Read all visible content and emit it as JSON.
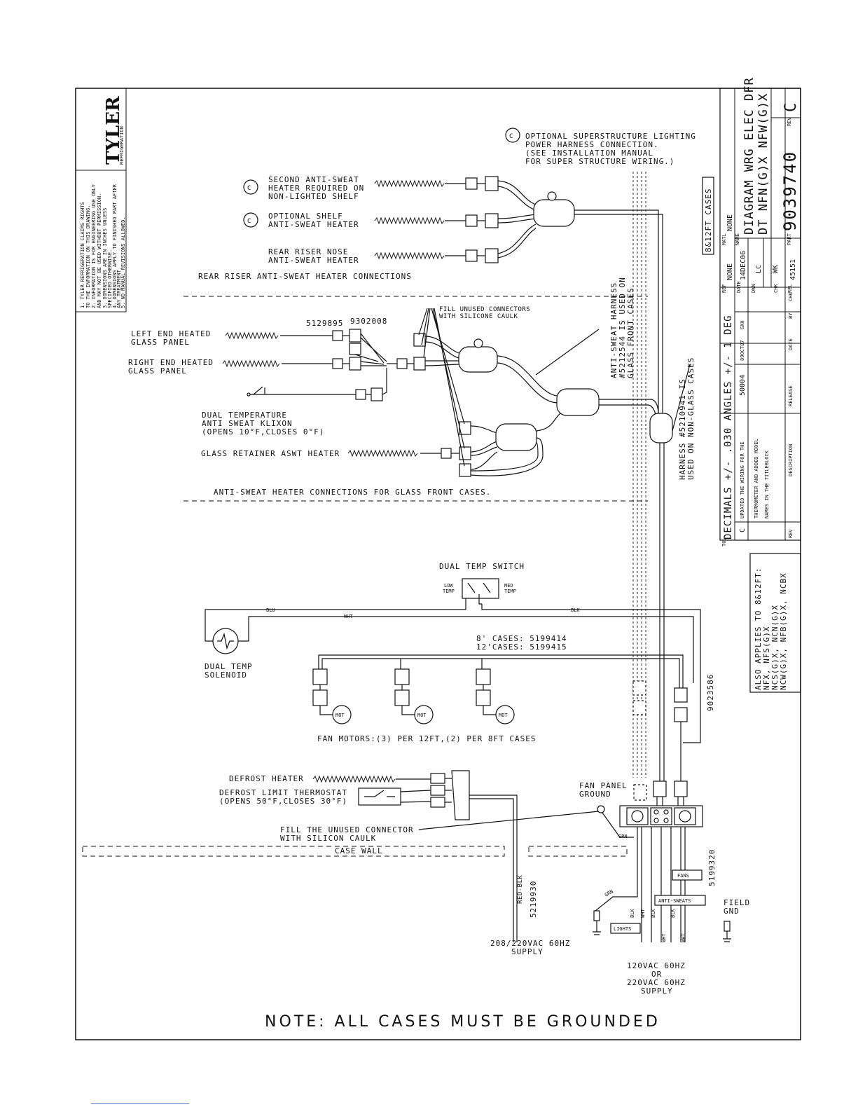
{
  "logo": {
    "text": "TYLER",
    "sub": "REFRIGERATION"
  },
  "notes": [
    "1. TYLER REFRIGERATION CLAIMS RIGHTS",
    "TO THE INFORMATION ON THIS DRAWING.",
    "2. INFORMATION IS FOR ENGINEERING USE ONLY",
    "AND MAY NOT BE USED WITHOUT PERMISSION.",
    "3. DIMENSIONS ARE IN INCHES UNLESS",
    "SPECIFIED OTHERWISE.",
    "4. DIMENSIONS APPLY TO FINISHED PART AFTER",
    "ANY TREATMENT.",
    "5. NO MANUAL REVISIONS ALLOWED."
  ],
  "top": {
    "superstructure": [
      "OPTIONAL SUPERSTRUCTURE LIGHTING",
      "POWER HARNESS CONNECTION.",
      "(SEE INSTALLATION MANUAL",
      "FOR SUPER STRUCTURE WIRING.)"
    ],
    "c_marker": "C",
    "second_heater": [
      "SECOND ANTI-SWEAT",
      "HEATER REQUIRED ON",
      "NON-LIGHTED SHELF"
    ],
    "optional_shelf": [
      "OPTIONAL SHELF",
      "ANTI-SWEAT HEATER"
    ],
    "rear_riser": [
      "REAR RISER NOSE",
      "ANTI-SWEAT HEATER"
    ],
    "rear_section": "REAR RISER ANTI-SWEAT HEATER CONNECTIONS",
    "cases_box": "8&12FT CASES"
  },
  "glass": {
    "left_end": [
      "LEFT END HEATED",
      "GLASS PANEL"
    ],
    "right_end": [
      "RIGHT END HEATED",
      "GLASS PANEL"
    ],
    "part_a": "5129895",
    "part_b": "9302008",
    "fill_unused": [
      "FILL UNUSED CONNECTORS",
      "WITH SILICONE CAULK"
    ],
    "klixon": [
      "DUAL TEMPERATURE",
      "ANTI SWEAT KLIXON",
      "(OPENS 10°F,CLOSES 0°F)"
    ],
    "retainer": "GLASS RETAINER ASWT HEATER",
    "harness_a": [
      "ANTI-SWEAT HARNESS",
      "#5212544 IS USED ON",
      "GLASS FRONT CASES"
    ],
    "harness_b": [
      "HARNESS #5210941 IS",
      "USED ON NON-GLASS CASES"
    ],
    "section": "ANTI-SWEAT HEATER CONNECTIONS FOR GLASS FRONT CASES."
  },
  "switch": {
    "title": "DUAL TEMP SWITCH",
    "low": [
      "LOW",
      "TEMP"
    ],
    "med": [
      "MED",
      "TEMP"
    ],
    "blu": "BLU",
    "wht": "WHT",
    "blk": "BLK",
    "solenoid": [
      "DUAL TEMP",
      "SOLENOID"
    ]
  },
  "fans": {
    "part8": "8' CASES: 5199414",
    "part12": "12'CASES: 5199415",
    "mot": "MOT",
    "label": "FAN MOTORS:(3) PER 12FT,(2) PER 8FT CASES",
    "harness": "9023586"
  },
  "defrost": {
    "heater": "DEFROST HEATER",
    "limit": [
      "DEFROST LIMIT THERMOSTAT",
      "(OPENS 50°F,CLOSES 30°F)"
    ],
    "fill": [
      "FILL THE UNUSED CONNECTOR",
      "WITH SILICON CAULK"
    ],
    "fan_panel": [
      "FAN PANEL",
      "GROUND"
    ],
    "grn": "GRN",
    "case_wall": "CASE WALL",
    "red_blk": "RED-BLK",
    "part_supply": "5219930",
    "supply_208": [
      "208/220VAC 60HZ",
      "SUPPLY"
    ],
    "part_5199320": "5199320",
    "fans_tag": "FANS",
    "asw_tag": "ANTI-SWEATS",
    "lights_tag": "LIGHTS",
    "field_gnd": [
      "FIELD",
      "GND"
    ],
    "wire_blk": "BLK",
    "wire_wht": "WHT",
    "supply_120": [
      "120VAC  60HZ",
      "OR",
      "220VAC  60HZ",
      "SUPPLY"
    ]
  },
  "note": "NOTE:  ALL CASES MUST BE GROUNDED",
  "title_block": {
    "title": [
      "DIAGRAM WRG ELEC DFR",
      "DT NFN(G)X NFW(G)X"
    ],
    "part_no": "9039740",
    "rev": "C",
    "rev_label": "REV",
    "part_label": "PART",
    "name_label": "NAME",
    "matl_label": "MATL",
    "matl": "NONE",
    "ref_label": "REF",
    "ref": "NONE",
    "date_label": "DATE",
    "date": "14DEC06",
    "dwn_label": "DWN",
    "dwn": "LC",
    "chk_label": "CHK",
    "chk": "WK",
    "rel_label": "REL",
    "rel": "45151",
    "tolerance": "DECIMALS +/- .030  ANGLES +/- 1 DEG",
    "tol_label": "TOL",
    "rev_row": {
      "rev": "C",
      "description": [
        "UPDATED THE WIRING FOR THE",
        "THERMOMETER AND ADDED MODEL",
        "NAMES IN THE TITLEBLOCK"
      ],
      "release": "50004",
      "date": "09OCT07",
      "by": "GXH"
    },
    "col_rev": "REV",
    "col_desc": "DESCRIPTION",
    "col_release": "RELEASE",
    "col_date": "DATE",
    "col_by": "BY",
    "col_chk": "CHK"
  },
  "applies": [
    "ALSO APPLIES TO 8&12FT:",
    "NFX, NFS(G)X",
    "NCS(G)X, NCN(G)X",
    "NCW(G)X, NFB(G)X, NCBX"
  ]
}
